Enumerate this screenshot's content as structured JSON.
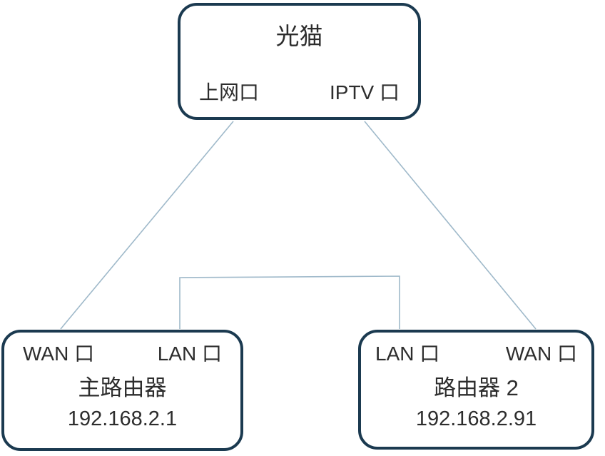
{
  "diagram": {
    "nodes": {
      "modem": {
        "name": "光猫",
        "port_left": "上网口",
        "port_right": "IPTV 口"
      },
      "main_router": {
        "port_left": "WAN 口",
        "port_right": "LAN 口",
        "name": "主路由器",
        "ip": "192.168.2.1"
      },
      "router2": {
        "port_left": "LAN 口",
        "port_right": "WAN 口",
        "name": "路由器 2",
        "ip": "192.168.2.91"
      }
    },
    "connections": [
      {
        "from": "光猫 上网口",
        "to": "主路由器 WAN 口"
      },
      {
        "from": "光猫 IPTV 口",
        "to": "路由器 2 WAN 口"
      },
      {
        "from": "主路由器 LAN 口",
        "to": "路由器 2 LAN 口"
      }
    ],
    "colors": {
      "box_border": "#1b3a50",
      "connector_line": "#9fb9ca",
      "text": "#2d2d2d",
      "background": "#ffffff"
    }
  }
}
